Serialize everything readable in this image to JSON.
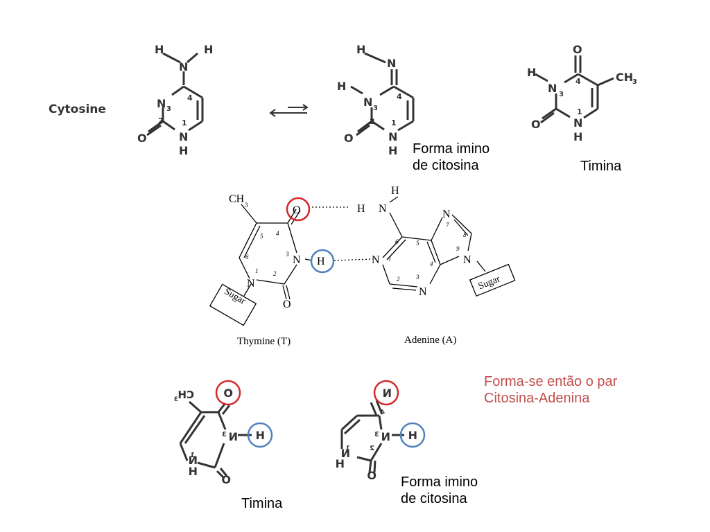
{
  "top": {
    "cytosine_label": "Cytosine",
    "arrows": "⟵ ⟶",
    "imino_caption_line1": "Forma imino",
    "imino_caption_line2": "de citosina",
    "timina_caption": "Timina"
  },
  "middle": {
    "thymine_label": "Thymine (T)",
    "adenine_label": "Adenine (A)",
    "sugar_text": "Sugar"
  },
  "bottom": {
    "pair_caption_line1": "Forma-se então o par",
    "pair_caption_line2": "Citosina-Adenina",
    "timina_caption": "Timina",
    "imino_caption_line1": "Forma imino",
    "imino_caption_line2": "de citosina"
  },
  "atoms": {
    "H": "H",
    "N": "N",
    "O": "O",
    "N3": "N",
    "CH3": "CH",
    "three": "3",
    "n1": "1",
    "n2": "2",
    "n3": "3",
    "n4": "4",
    "n5": "5",
    "n6": "6",
    "n7": "7",
    "n8": "8",
    "n9": "9"
  },
  "colors": {
    "red_circle": "#d62728",
    "blue_circle": "#4f81bd",
    "caption_red": "#c0504d"
  }
}
